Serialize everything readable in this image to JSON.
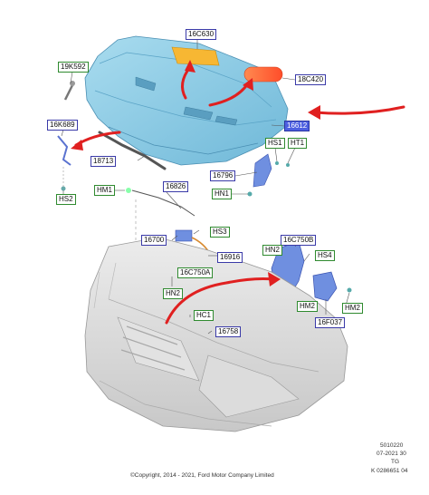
{
  "labels": {
    "l16C630": "16C630",
    "l19K592": "19K592",
    "l18C420": "18C420",
    "l16K689": "16K689",
    "l16612": "16612",
    "lHS1": "HS1",
    "lHT1": "HT1",
    "l18713": "18713",
    "l16796": "16796",
    "lHN1": "HN1",
    "lHS2": "HS2",
    "lHM1": "HM1",
    "l16826": "16826",
    "lHS3": "HS3",
    "l16700": "16700",
    "l16916": "16916",
    "l16C750B": "16C750B",
    "lHN2a": "HN2",
    "lHS4": "HS4",
    "l16C750A": "16C750A",
    "lHN2b": "HN2",
    "lHM2a": "HM2",
    "lHM2b": "HM2",
    "l16F037": "16F037",
    "lHC1": "HC1",
    "l16758": "16758"
  },
  "footer": {
    "ref_line1": "5010220",
    "ref_line2": "07-2021 30",
    "ref_line3": "TG",
    "ref_line4": "K 0286651 04",
    "copyright": "©Copyright, 2014 - 2021, Ford Motor Company Limited"
  },
  "colors": {
    "hood": "#87cde8",
    "highlight": "#4d5fe0",
    "arrow": "#e02020",
    "part_blue": "#6f8fe0",
    "pad_orange": "#f7b733",
    "pad_red": "#ff6a3a",
    "bumper": "#d9d9d9"
  }
}
